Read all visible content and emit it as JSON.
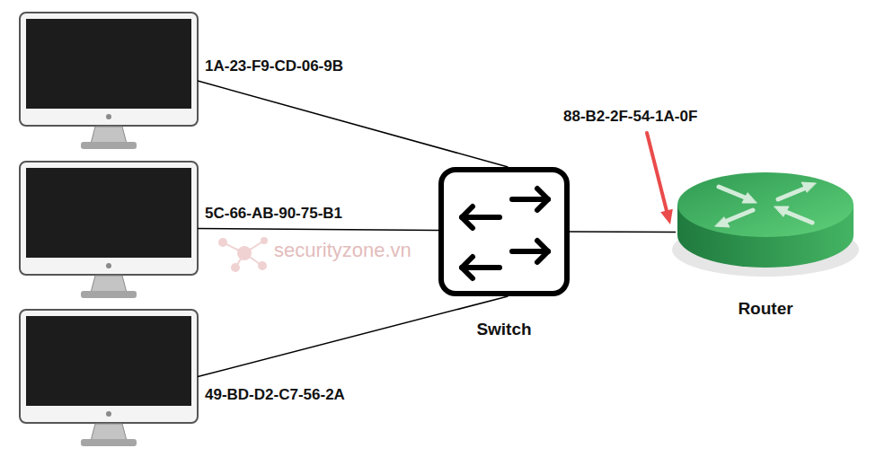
{
  "diagram": {
    "nodes": [
      {
        "text": [
          "1A-23-F9-CD-06-9B"
        ]
      },
      {
        "text": [
          "5C-66-AB-90-75-B1"
        ]
      },
      {
        "text": [
          "49-BD-D2-C7-56-2A"
        ]
      },
      {
        "text": [
          "Switch"
        ]
      },
      {
        "text": [
          "Router"
        ]
      }
    ],
    "edges": [
      {
        "from": 0,
        "to": 3,
        "arrow": "none"
      },
      {
        "from": 1,
        "to": 3,
        "arrow": "none"
      },
      {
        "from": 2,
        "to": 3,
        "arrow": "none"
      },
      {
        "from": 3,
        "to": 4,
        "arrow": "none"
      }
    ],
    "labels": [
      "88-B2-2F-54-1A-0F",
      "securityzone.vn"
    ]
  }
}
